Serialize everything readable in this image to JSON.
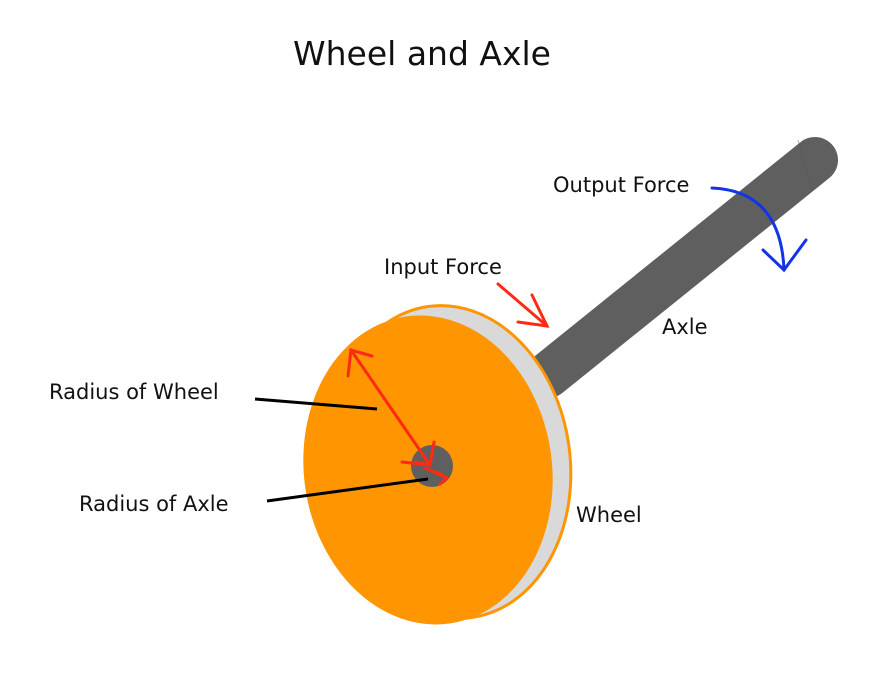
{
  "title": "Wheel and Axle",
  "labels": {
    "output_force": "Output Force",
    "input_force": "Input Force",
    "axle": "Axle",
    "radius_of_wheel": "Radius of Wheel",
    "radius_of_axle": "Radius of Axle",
    "wheel": "Wheel"
  },
  "colors": {
    "wheel_face": "#FF9500",
    "wheel_rim": "#D9D9D9",
    "axle": "#5F5F5F",
    "input_force_arrow": "#FF2A12",
    "output_force_arrow": "#1234E6",
    "leader_line": "#000000"
  }
}
